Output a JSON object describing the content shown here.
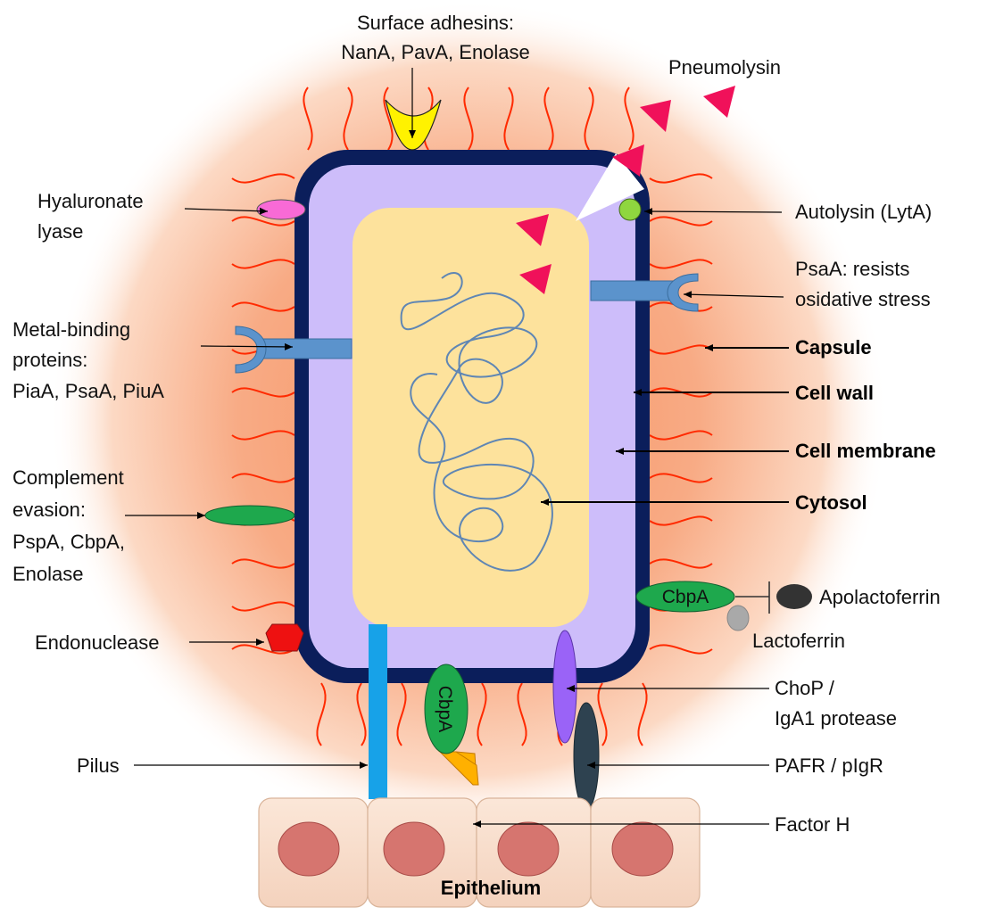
{
  "labels": {
    "surface_adhesins_line1": "Surface adhesins:",
    "surface_adhesins_line2": "NanA, PavA, Enolase",
    "pneumolysin": "Pneumolysin",
    "hyaluronate_line1": "Hyaluronate",
    "hyaluronate_line2": "lyase",
    "autolysin": "Autolysin (LytA)",
    "psaa_line1": "PsaA: resists",
    "psaa_line2": "osidative stress",
    "metal_line1": "Metal-binding",
    "metal_line2": "proteins:",
    "metal_line3": "PiaA, PsaA, PiuA",
    "capsule": "Capsule",
    "cell_wall": "Cell wall",
    "cell_membrane": "Cell membrane",
    "cytosol": "Cytosol",
    "complement_line1": "Complement",
    "complement_line2": "evasion:",
    "complement_line3": "PspA, CbpA,",
    "complement_line4": "Enolase",
    "cbpa_right": "CbpA",
    "apolactoferrin": "Apolactoferrin",
    "lactoferrin": "Lactoferrin",
    "endonuclease": "Endonuclease",
    "chop_line1": "ChoP /",
    "chop_line2": "IgA1 protease",
    "cbpa_bottom": "CbpA",
    "pilus": "Pilus",
    "pafr": "PAFR / pIgR",
    "factor_h": "Factor H",
    "epithelium": "Epithelium"
  },
  "colors": {
    "capsule_glow": "#f7a57a",
    "capsule_fibers": "#ff2a00",
    "cell_wall": "#0b1e5b",
    "cell_membrane": "#cdbdfa",
    "cytosol": "#fde29c",
    "dna": "#5f86b4",
    "pneumolysin": "#f0115a",
    "adhesin": "#fff200",
    "hyaluronate_lyase": "#f86ad6",
    "autolysin": "#8fd63f",
    "transporter": "#5b93cc",
    "complement_protein": "#1ea84d",
    "endonuclease": "#ee1111",
    "pilus": "#17a2e8",
    "chop": "#9a63f7",
    "pafr": "#2e4250",
    "factor_h": "#ffb000",
    "apolactoferrin": "#333333",
    "lactoferrin": "#a9a9a9",
    "epithelium_cell": "#f9e1cf",
    "epithelium_nucleus": "#d6756f"
  }
}
